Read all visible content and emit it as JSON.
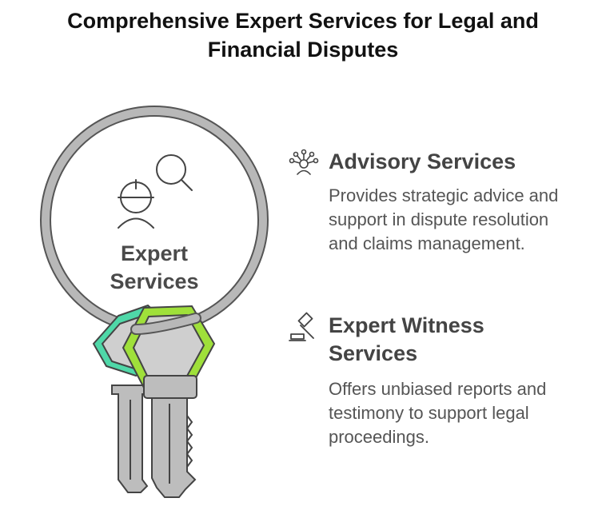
{
  "title": {
    "line1": "Comprehensive Expert Services for Legal and",
    "line2": "Financial Disputes"
  },
  "center": {
    "line1": "Expert",
    "line2": "Services",
    "icon": "expert-with-magnifier-icon"
  },
  "services": [
    {
      "icon": "advisor-network-icon",
      "title": "Advisory Services",
      "description": "Provides strategic advice and support in dispute resolution and claims management."
    },
    {
      "icon": "gavel-icon",
      "title_line1": "Expert Witness",
      "title_line2": "Services",
      "description": "Offers unbiased reports and testimony to support legal proceedings."
    }
  ],
  "colors": {
    "ring": "#b3b3b3",
    "ring_outline": "#555555",
    "key_teal": "#4fd8a8",
    "key_green": "#9fe03a",
    "key_metal": "#cccccc",
    "text_dark": "#111111",
    "text_body": "#555555"
  }
}
